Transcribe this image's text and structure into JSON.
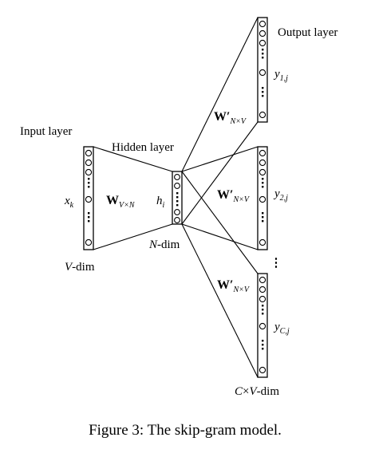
{
  "labels": {
    "input_layer": "Input layer",
    "hidden_layer": "Hidden layer",
    "output_layer": "Output layer",
    "x": "x",
    "x_sub": "k",
    "h": "h",
    "h_sub": "i",
    "w": "W",
    "w_sub": "V×N",
    "w_prime": "W′",
    "w_prime_sub": "N×V",
    "y1": "y",
    "y1_sub": "1,j",
    "y2": "y",
    "y2_sub": "2,j",
    "yc": "y",
    "yc_sub": "C,j",
    "v_dim_var": "V",
    "v_dim_rest": "-dim",
    "n_dim_var": "N",
    "n_dim_rest": "-dim",
    "cv_dim_var1": "C",
    "cv_dim_mid": "×",
    "cv_dim_var2": "V",
    "cv_dim_rest": "-dim",
    "between_ellipsis": "⋮"
  },
  "caption": "Figure 3: The skip-gram model."
}
